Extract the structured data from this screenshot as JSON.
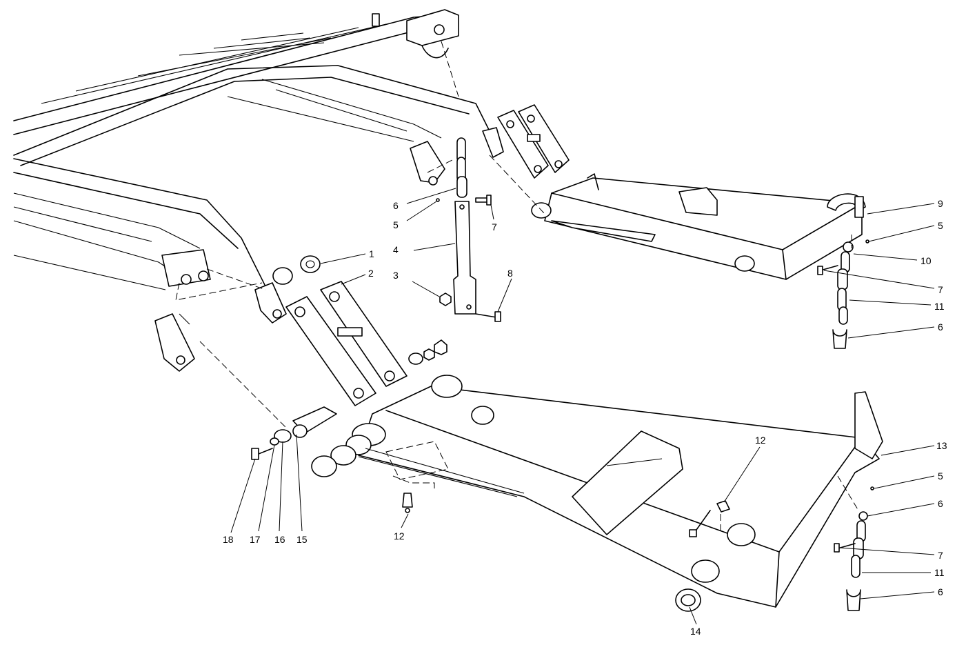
{
  "callouts": {
    "c1": "1",
    "c2": "2",
    "c3": "3",
    "c4": "4",
    "c5a": "5",
    "c6a": "6",
    "c7a": "7",
    "c8": "8",
    "c9": "9",
    "c5b": "5",
    "c10": "10",
    "c7b": "7",
    "c11a": "11",
    "c6b": "6",
    "c12a": "12",
    "c13": "13",
    "c5c": "5",
    "c6c": "6",
    "c7c": "7",
    "c11b": "11",
    "c6d": "6",
    "c12b": "12",
    "c14": "14",
    "c18": "18",
    "c17": "17",
    "c16": "16",
    "c15": "15"
  }
}
